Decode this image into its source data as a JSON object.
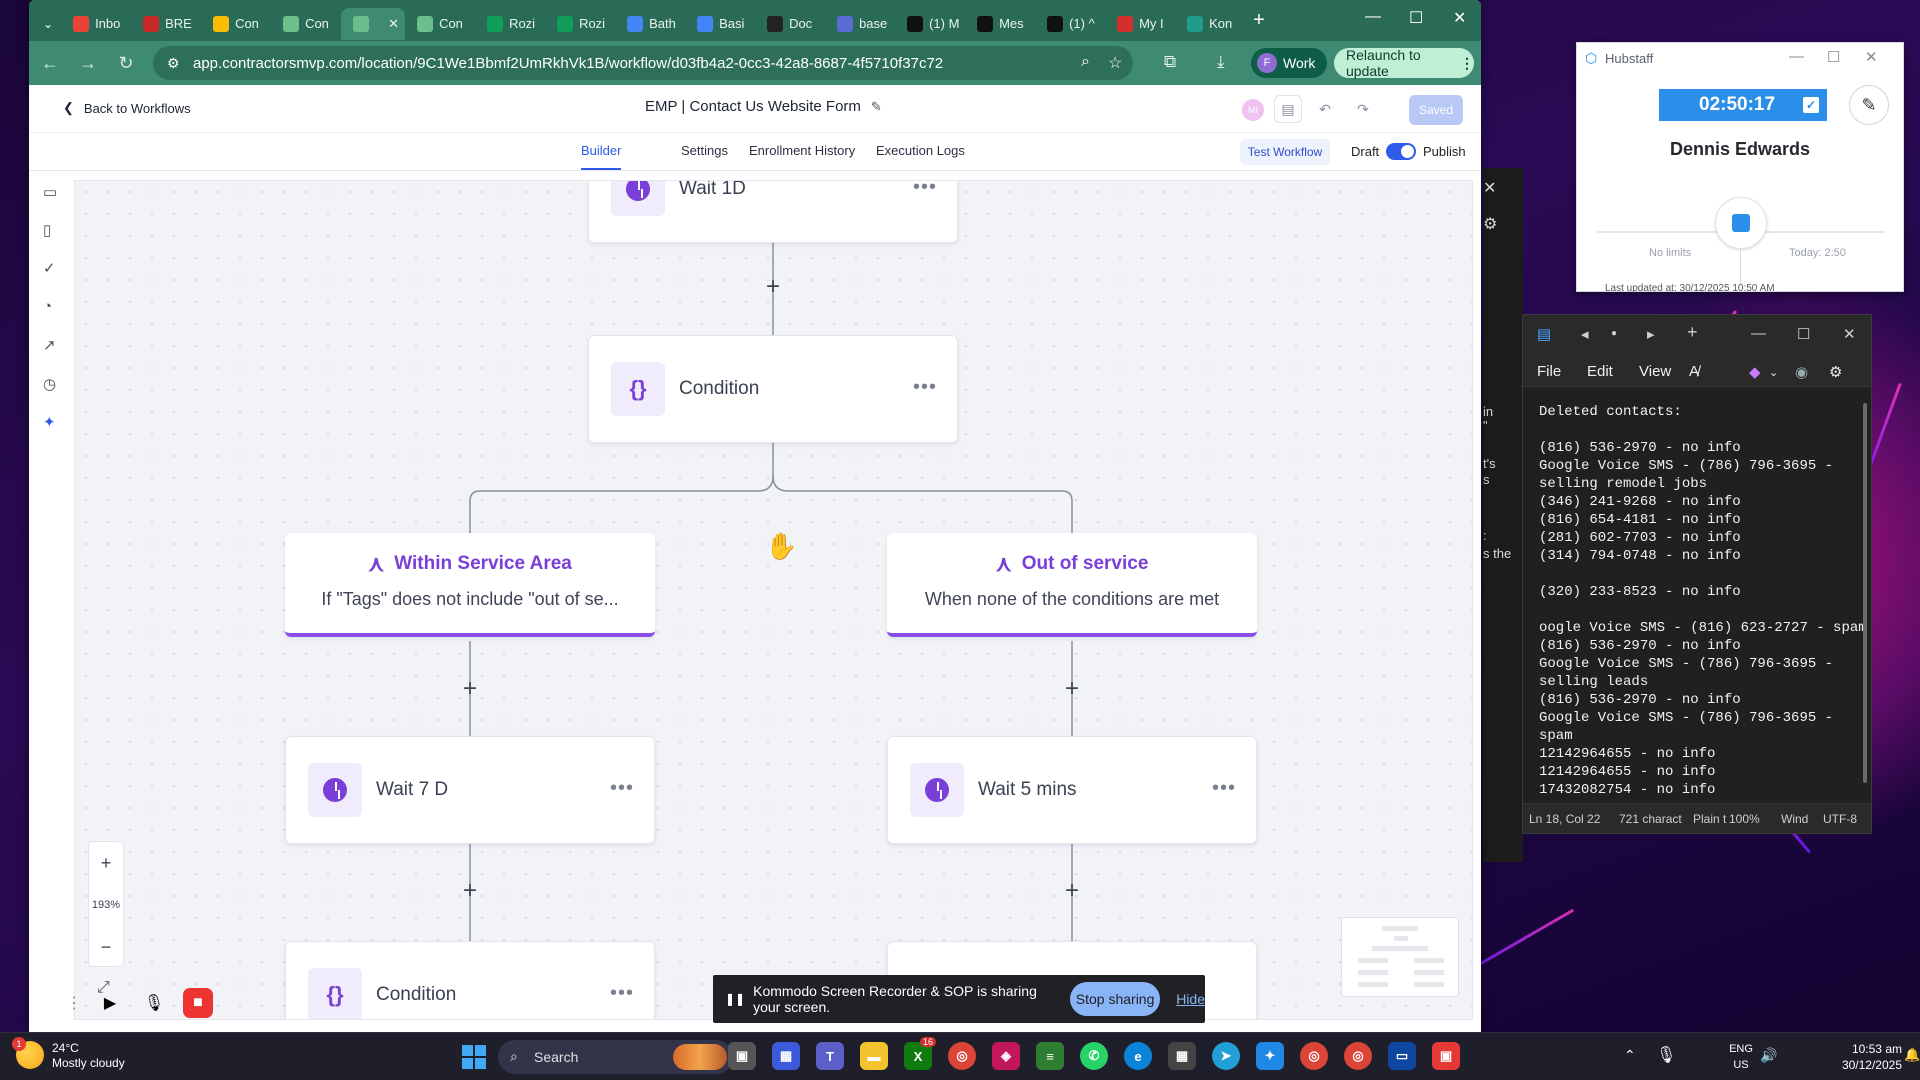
{
  "browser": {
    "tabs": [
      {
        "label": "Inbo",
        "icon": "gmail-icon",
        "color": "#ea4335"
      },
      {
        "label": "BRE",
        "icon": "doc-red-icon",
        "color": "#c62828"
      },
      {
        "label": "Con",
        "icon": "drive-icon",
        "color": "#fbbc04"
      },
      {
        "label": "Con",
        "icon": "app-icon",
        "color": "#6bbf8a"
      },
      {
        "label": "",
        "icon": "app-icon",
        "color": "#6bbf8a",
        "active": true
      },
      {
        "label": "Con",
        "icon": "app-icon",
        "color": "#6bbf8a"
      },
      {
        "label": "Rozi",
        "icon": "sheets-icon",
        "color": "#0f9d58"
      },
      {
        "label": "Rozi",
        "icon": "sheets-icon",
        "color": "#0f9d58"
      },
      {
        "label": "Bath",
        "icon": "docs-icon",
        "color": "#4285f4"
      },
      {
        "label": "Basi",
        "icon": "docs-icon",
        "color": "#4285f4"
      },
      {
        "label": "Doc",
        "icon": "openai-icon",
        "color": "#222222"
      },
      {
        "label": "base",
        "icon": "feather-icon",
        "color": "#5b6bd6"
      },
      {
        "label": "(1) M",
        "icon": "tiktok-icon",
        "color": "#111111"
      },
      {
        "label": "Mes",
        "icon": "tiktok-icon",
        "color": "#111111"
      },
      {
        "label": "(1) ^",
        "icon": "tiktok-icon",
        "color": "#111111"
      },
      {
        "label": "My I",
        "icon": "mail-red-icon",
        "color": "#d32f2f"
      },
      {
        "label": "Kon",
        "icon": "edge-icon",
        "color": "#1e9e8a"
      }
    ],
    "url": "app.contractorsmvp.com/location/9C1We1Bbmf2UmRkhVk1B/workflow/d03fb4a2-0cc3-42a8-8687-4f5710f37c72",
    "profile_initial": "F",
    "profile_label": "Work",
    "relaunch_label": "Relaunch to update"
  },
  "app": {
    "back_label": "Back to Workflows",
    "title": "EMP | Contact Us Website Form",
    "saved_label": "Saved",
    "avatar_initials": "MI",
    "tabs": [
      "Builder",
      "Settings",
      "Enrollment History",
      "Execution Logs"
    ],
    "test_workflow_label": "Test Workflow",
    "draft_label": "Draft",
    "publish_label": "Publish",
    "zoom_level": "193%"
  },
  "canvas": {
    "top_node": {
      "label": "Wait 1D"
    },
    "condition_node": {
      "label": "Condition"
    },
    "branch_left": {
      "title": "Within Service Area",
      "subtitle": "If \"Tags\" does not include \"out of se..."
    },
    "branch_right": {
      "title": "Out of service",
      "subtitle": "When none of the conditions are met"
    },
    "left_wait": {
      "label": "Wait 7 D"
    },
    "right_wait": {
      "label": "Wait 5 mins"
    },
    "left_condition": {
      "label": "Condition"
    }
  },
  "share_bar": {
    "message": "Kommodo Screen Recorder & SOP is sharing your screen.",
    "stop_label": "Stop sharing",
    "hide_label": "Hide"
  },
  "hubstaff": {
    "title": "Hubstaff",
    "timer": "02:50:17",
    "user": "Dennis Edwards",
    "no_limits": "No limits",
    "today": "Today: 2:50",
    "updated": "Last updated at: 30/12/2025 10:50 AM"
  },
  "notepad": {
    "menu": [
      "File",
      "Edit",
      "View"
    ],
    "text": "Deleted contacts:\n\n(816) 536-2970 - no info\nGoogle Voice SMS - (786) 796-3695 -\nselling remodel jobs\n(346) 241-9268 - no info\n(816) 654-4181 - no info\n(281) 602-7703 - no info\n(314) 794-0748 - no info\n\n(320) 233-8523 - no info\n\noogle Voice SMS - (816) 623-2727 - spam\n(816) 536-2970 - no info\nGoogle Voice SMS - (786) 796-3695 -\nselling leads\n(816) 536-2970 - no info\nGoogle Voice SMS - (786) 796-3695 -\nspam\n12142964655 - no info\n12142964655 - no info\n17432082754 - no info",
    "status": {
      "position": "Ln 18, Col 22",
      "chars": "721 charact",
      "format": "Plain t",
      "zoom": "100%",
      "eol": "Wind",
      "encoding": "UTF-8"
    }
  },
  "background_window": {
    "lines": [
      "in",
      "\"",
      "t's",
      "s",
      ":",
      "s the"
    ]
  },
  "taskbar": {
    "weather_temp": "24°C",
    "weather_desc": "Mostly cloudy",
    "weather_badge": "1",
    "search_label": "Search",
    "lang_top": "ENG",
    "lang_bottom": "US",
    "time": "10:53 am",
    "date": "30/12/2025",
    "whatsapp_badge": "16"
  }
}
